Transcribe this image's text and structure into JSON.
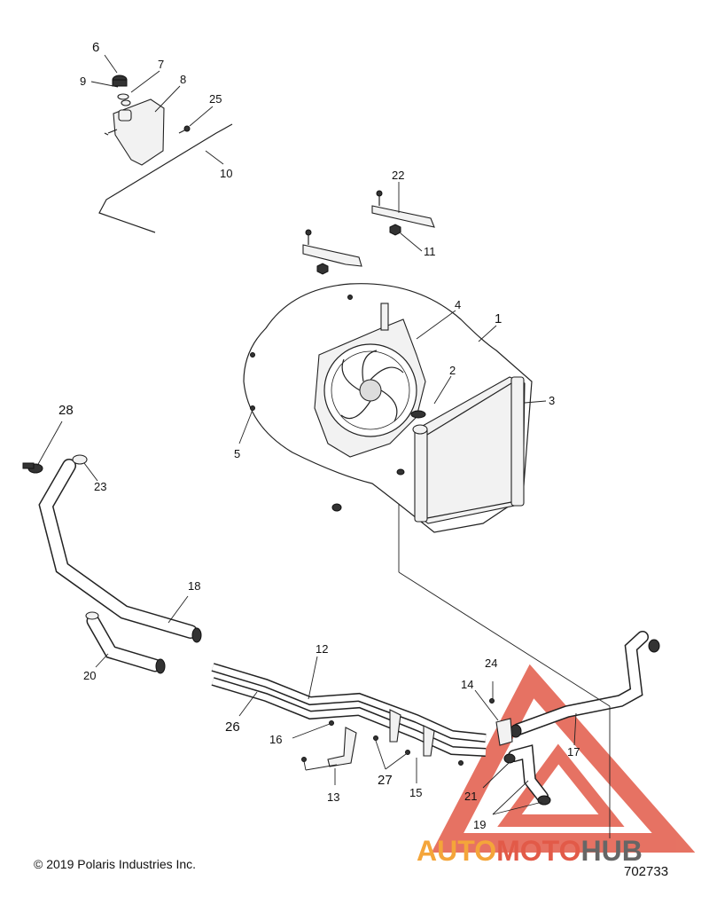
{
  "copyright": "© 2019 Polaris Industries Inc.",
  "document_number": "702733",
  "watermark": {
    "part1": "AUTO",
    "part2": "MOTO",
    "part3": "HUB",
    "colors": {
      "part1": "#f4a53a",
      "part2": "#e25a48",
      "part3": "#666666",
      "triangle": "#e25a48"
    }
  },
  "callouts": {
    "c1": "1",
    "c2": "2",
    "c3": "3",
    "c4": "4",
    "c5": "5",
    "c6": "6",
    "c7": "7",
    "c8": "8",
    "c9": "9",
    "c10": "10",
    "c11": "11",
    "c12": "12",
    "c13": "13",
    "c14": "14",
    "c15": "15",
    "c16": "16",
    "c17": "17",
    "c18": "18",
    "c19": "19",
    "c20": "20",
    "c21": "21",
    "c22": "22",
    "c23": "23",
    "c24": "24",
    "c25": "25",
    "c26": "26",
    "c27": "27",
    "c28": "28"
  }
}
